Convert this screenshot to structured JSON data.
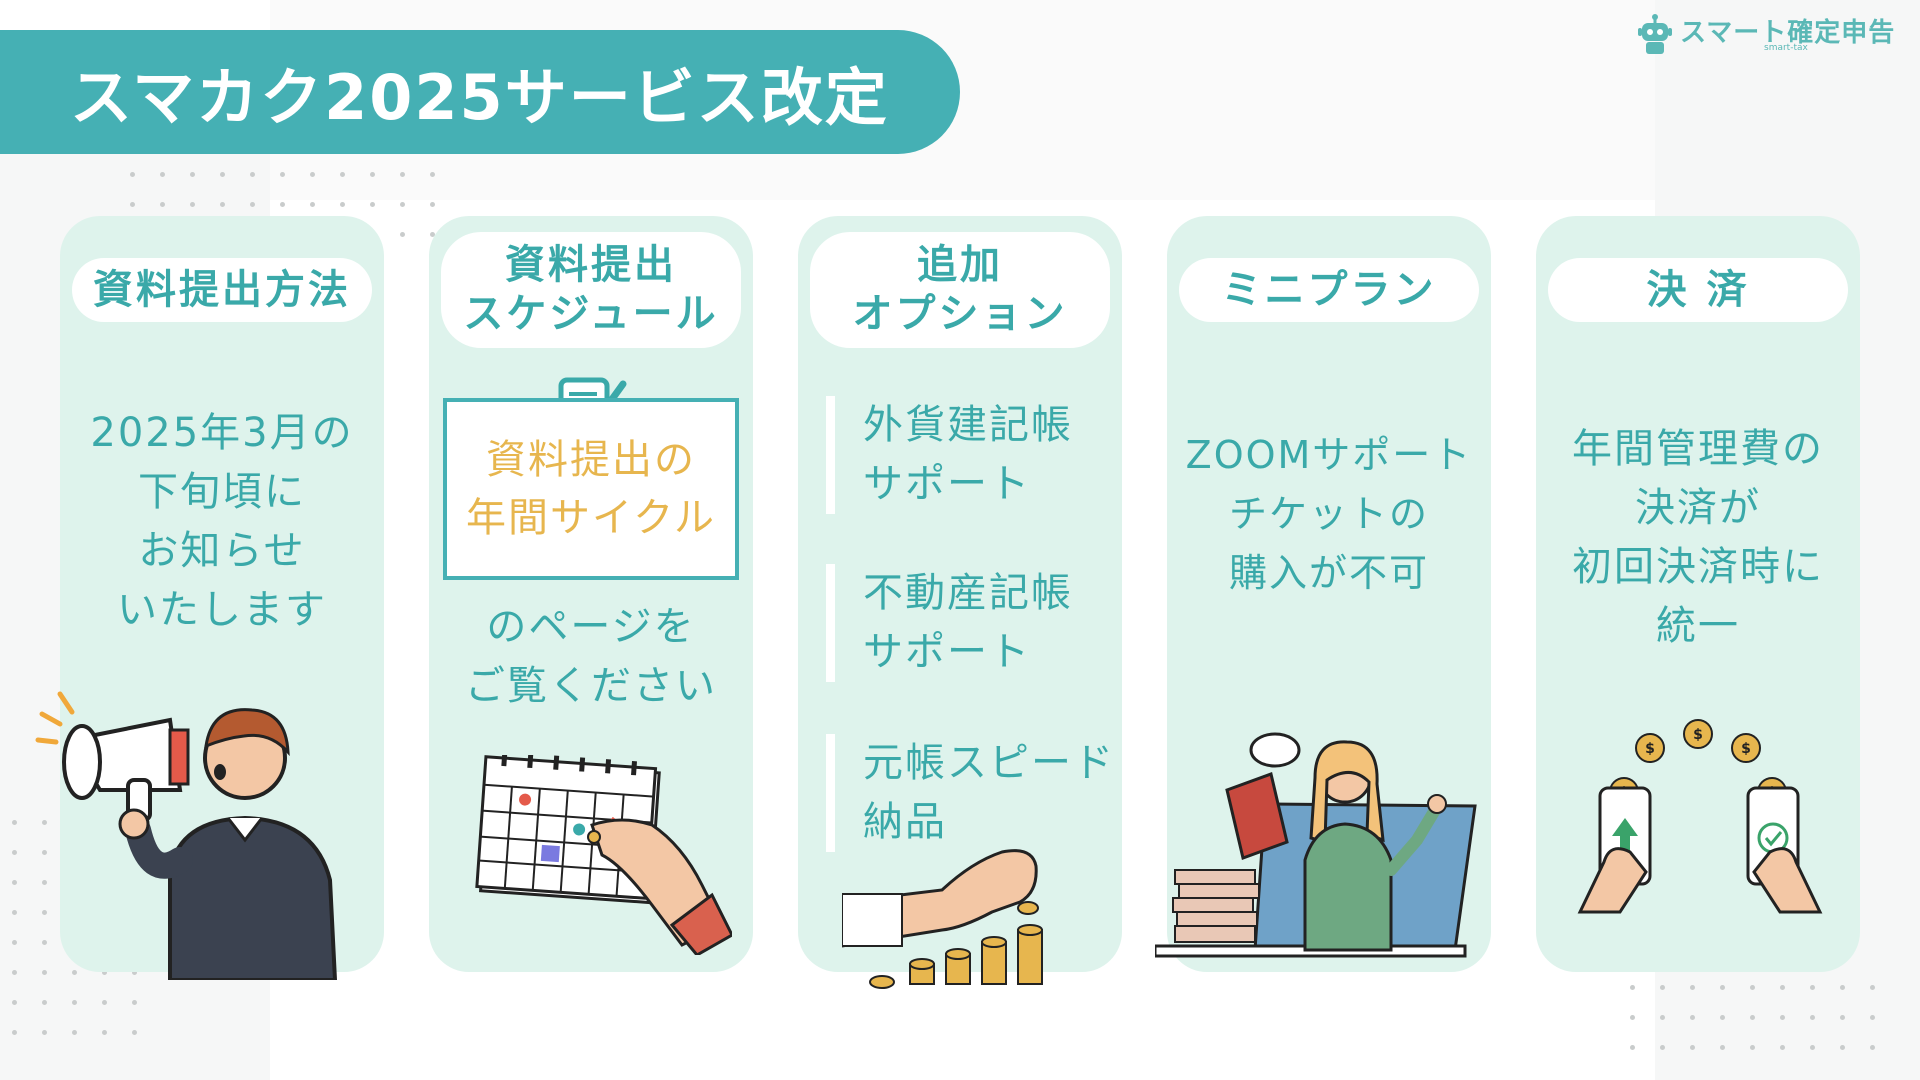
{
  "header": {
    "title": "スマカク2025サービス改定"
  },
  "logo": {
    "name": "スマート確定申告",
    "subtitle": "smart-tax"
  },
  "columns": [
    {
      "heading": "資料提出方法",
      "body": "2025年3月の\n下旬頃に\nお知らせ\nいたします"
    },
    {
      "heading": "資料提出\nスケジュール",
      "boxed": "資料提出の\n年間サイクル",
      "body": "のページを\nご覧ください"
    },
    {
      "heading": "追加\nオプション",
      "options": [
        "外貨建記帳\nサポート",
        "不動産記帳\nサポート",
        "元帳スピード\n納品"
      ]
    },
    {
      "heading": "ミニプラン",
      "body": "ZOOMサポート\nチケットの\n購入が不可"
    },
    {
      "heading": "決 済",
      "body": "年間管理費の\n決済が\n初回決済時に\n統一"
    }
  ],
  "icons": {
    "logo": "robot-icon",
    "col1": "megaphone-person-icon",
    "col2_box": "memo-pen-icon",
    "col2": "calendar-hand-icon",
    "col3": "coins-stack-hand-icon",
    "col4": "laptop-reader-icon",
    "col5": "phone-payment-icon"
  },
  "colors": {
    "accent": "#45b0b4",
    "text": "#3aa9a9",
    "panel": "#def3ec",
    "highlight": "#e7b64e"
  }
}
